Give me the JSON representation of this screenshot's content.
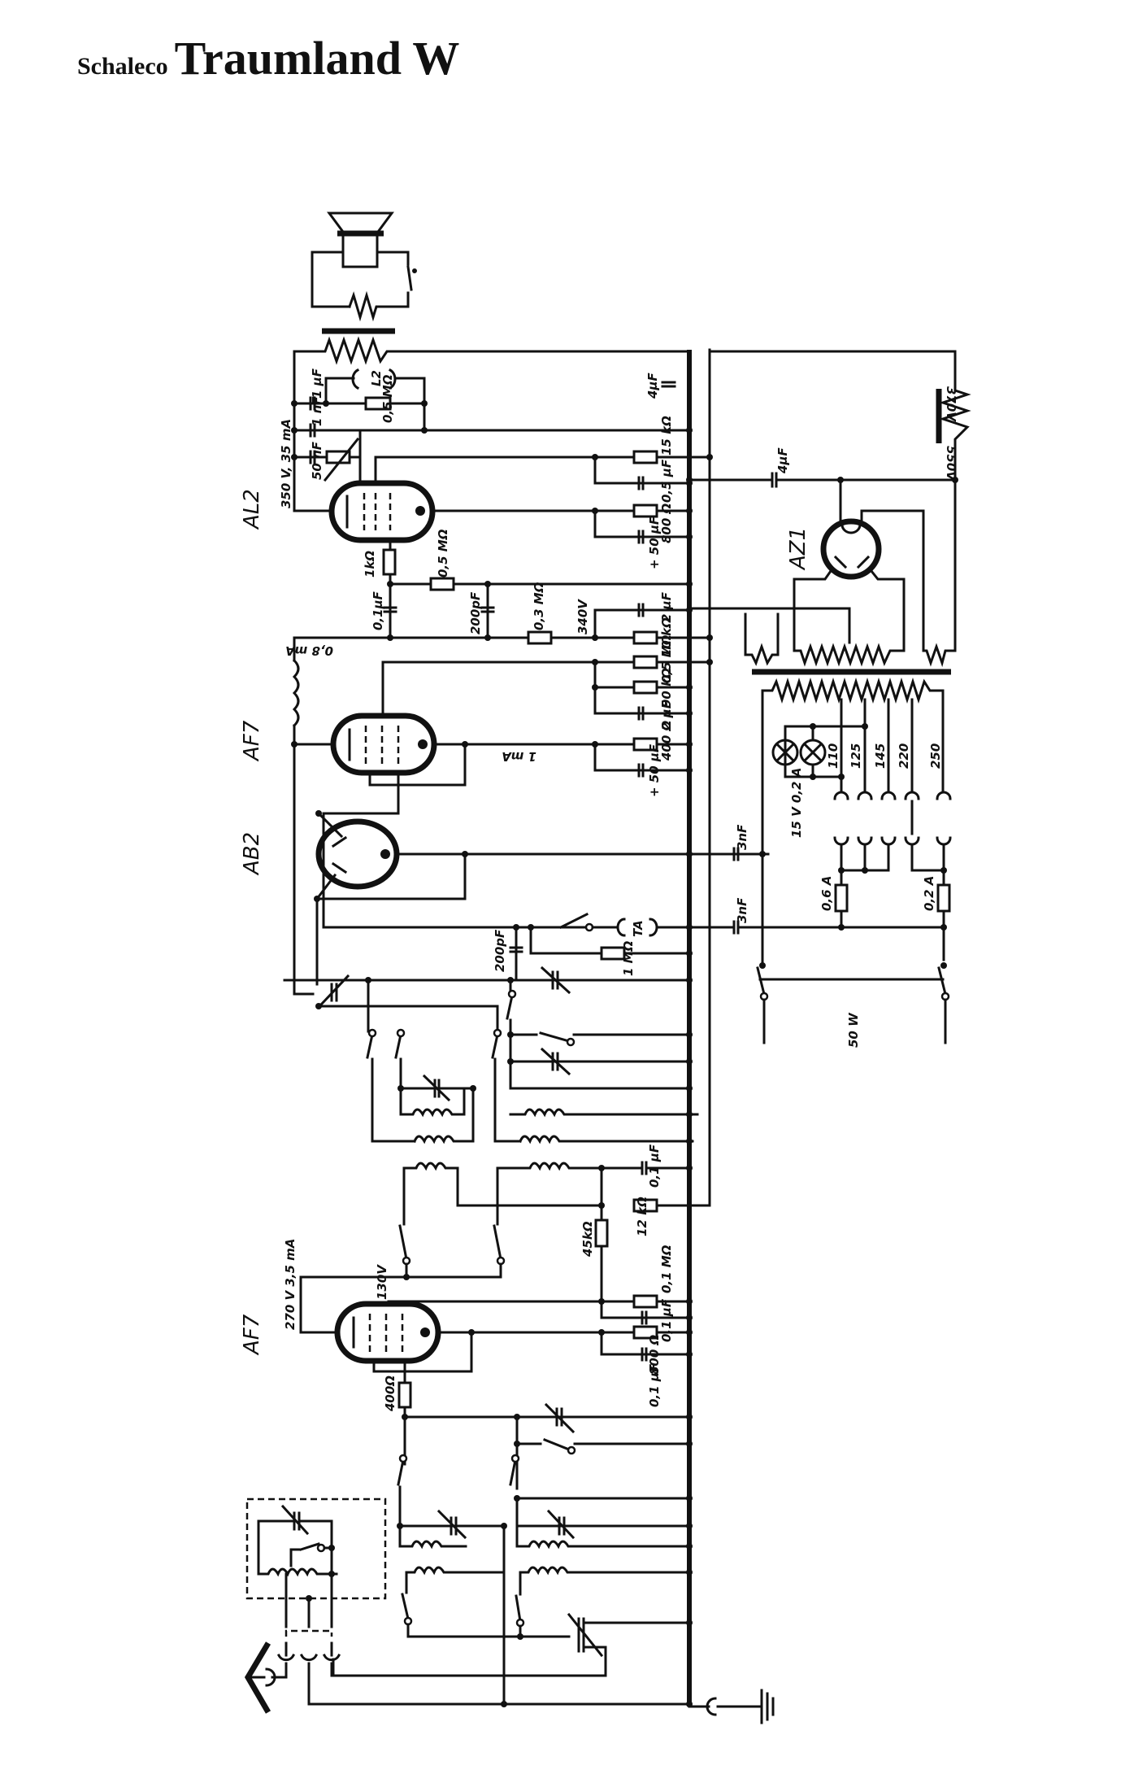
{
  "title": {
    "brand": "Schaleco",
    "model": "Traumland W"
  },
  "tubes": {
    "output": "AL2",
    "af_amp": "AF7",
    "detector": "AB2",
    "rectifier": "AZ1",
    "rf_stage": "AF7"
  },
  "labels": {
    "al2_anode": "350 V, 35 mA",
    "c_1uF": "1 µF",
    "c_1nF": "1 nF",
    "c_50nF": "50 nF",
    "l2": "L2",
    "r_05M_tone": "0,5 MΩ",
    "c_4uF_top": "4µF",
    "r_15k": "15 kΩ",
    "c_05uF": "0,5 µF",
    "r_800": "800 Ω",
    "c_50uF_a": "+ 50 µF",
    "r_1k": "1kΩ",
    "r_05M_grid": "0,5 MΩ",
    "c_01uF": "0,1µF",
    "c_200pF_a": "200pF",
    "r_03M": "0,3 MΩ",
    "v_340": "340V",
    "c_2uF_a": "2 µF",
    "r_10k": "10 kΩ",
    "r_05M_b": "0,5 MΩ",
    "r_90k": "90 kΩ",
    "c_2uF_b": "2 µF",
    "r_400": "400 Ω",
    "c_50uF_b": "+ 50 µF",
    "i_08mA": "0,8 mA",
    "i_1mA": "1 mA",
    "c_3nF_a": "3nF",
    "c_3nF_b": "3nF",
    "ta": "TA",
    "c_200pF_b": "200pF",
    "r_1M": "1 MΩ",
    "c_01uF_b": "0,1 µF",
    "r_12k": "12 kΩ",
    "r_45k": "45kΩ",
    "r_01M": "0,1 MΩ",
    "c_01uF_c": "0,1 µF",
    "r_800_b": "800 Ω",
    "c_01uF_d": "0,1 µF",
    "af7_anode": "270 V 3,5 mA",
    "v_130": "130V",
    "r_400_rf": "400Ω",
    "c_4uF_rect": "4µF",
    "v_370": "370V",
    "v_550": "550V",
    "lamp": "15 V 0,2 A",
    "tap_110": "110",
    "tap_125": "125",
    "tap_145": "145",
    "tap_220": "220",
    "tap_250": "250",
    "fuse_a": "0,6 A",
    "fuse_b": "0,2 A",
    "power": "50 W"
  }
}
